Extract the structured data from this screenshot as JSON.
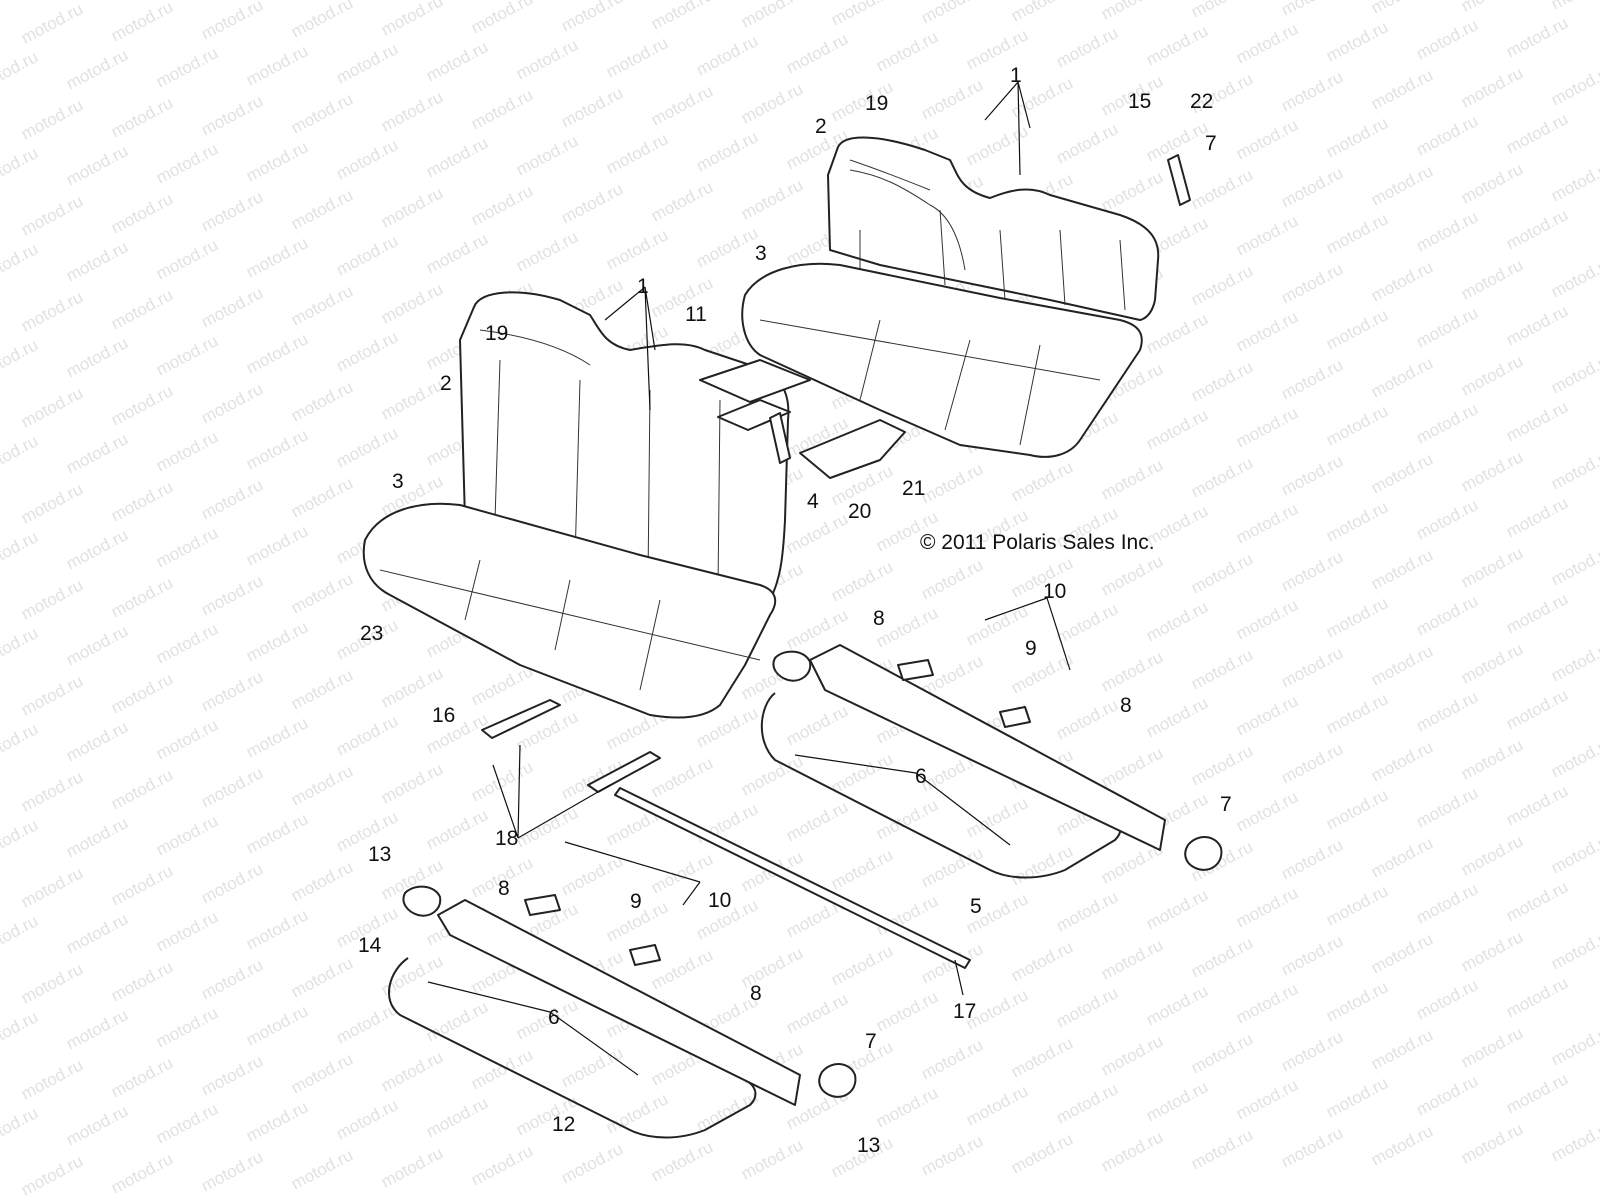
{
  "watermark": {
    "text": "motod.ru",
    "color": "#c9c9c9"
  },
  "copyright": "© 2011 Polaris Sales Inc.",
  "callouts": {
    "c1a": "1",
    "c1b": "1",
    "c2a": "2",
    "c2b": "2",
    "c3a": "3",
    "c3b": "3",
    "c4": "4",
    "c5": "5",
    "c6a": "6",
    "c6b": "6",
    "c7a": "7",
    "c7b": "7",
    "c7c": "7",
    "c8a": "8",
    "c8b": "8",
    "c8c": "8",
    "c8d": "8",
    "c9a": "9",
    "c9b": "9",
    "c10a": "10",
    "c10b": "10",
    "c11": "11",
    "c12": "12",
    "c13a": "13",
    "c13b": "13",
    "c14": "14",
    "c15": "15",
    "c16": "16",
    "c17": "17",
    "c18": "18",
    "c19a": "19",
    "c19b": "19",
    "c20": "20",
    "c21": "21",
    "c22": "22",
    "c23": "23"
  }
}
